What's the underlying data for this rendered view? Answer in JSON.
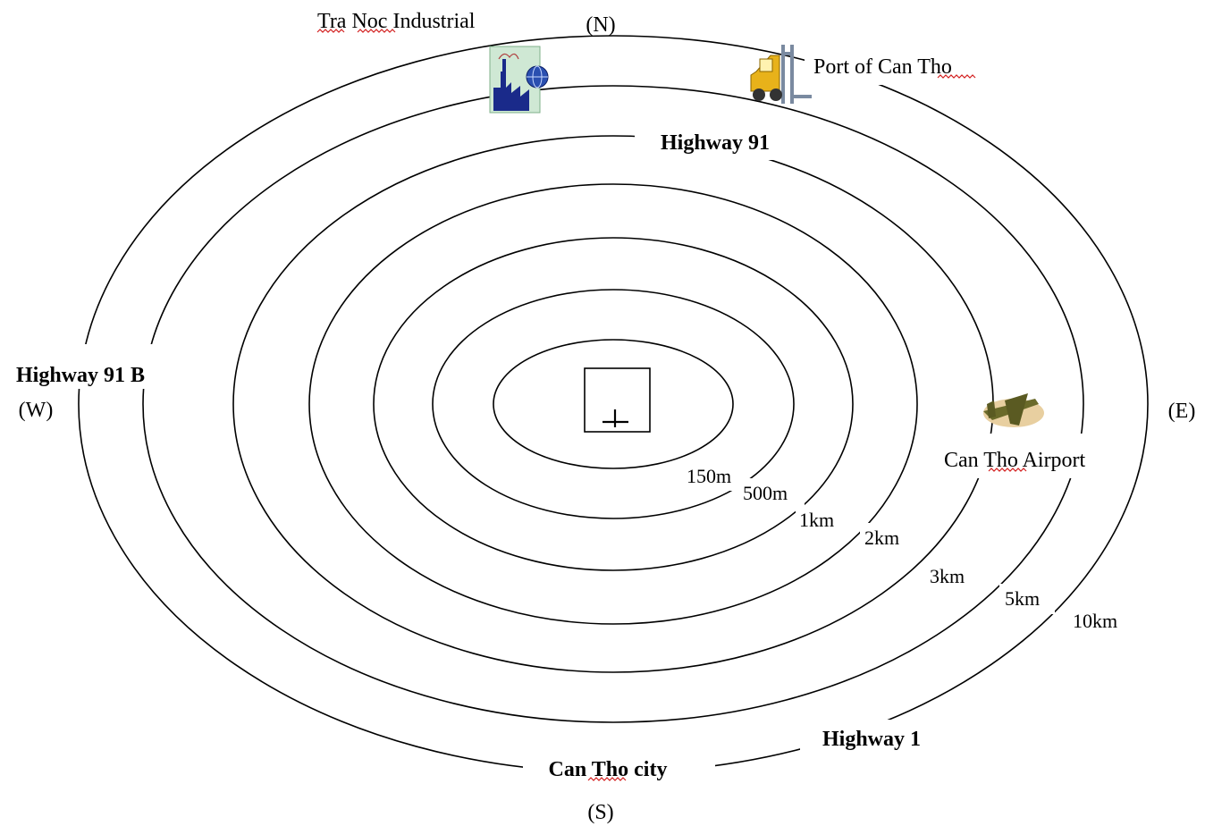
{
  "compass": {
    "north": "(N)",
    "south": "(S)",
    "east": "(E)",
    "west": "(W)"
  },
  "rings": [
    {
      "distance": "150m"
    },
    {
      "distance": "500m"
    },
    {
      "distance": "1km"
    },
    {
      "distance": "2km"
    },
    {
      "distance": "3km"
    },
    {
      "distance": "5km"
    },
    {
      "distance": "10km"
    }
  ],
  "places": {
    "industrial_zone": "Tra Noc Industrial",
    "port": "Port of Can Tho",
    "airport": "Can Tho Airport",
    "city": "Can Tho city"
  },
  "roads": {
    "north": "Highway 91",
    "west": "Highway 91 B",
    "southeast": "Highway 1"
  },
  "icons": {
    "site": "site-marker-icon",
    "industrial": "factory-globe-icon",
    "port": "forklift-icon",
    "airport": "airplane-icon"
  }
}
